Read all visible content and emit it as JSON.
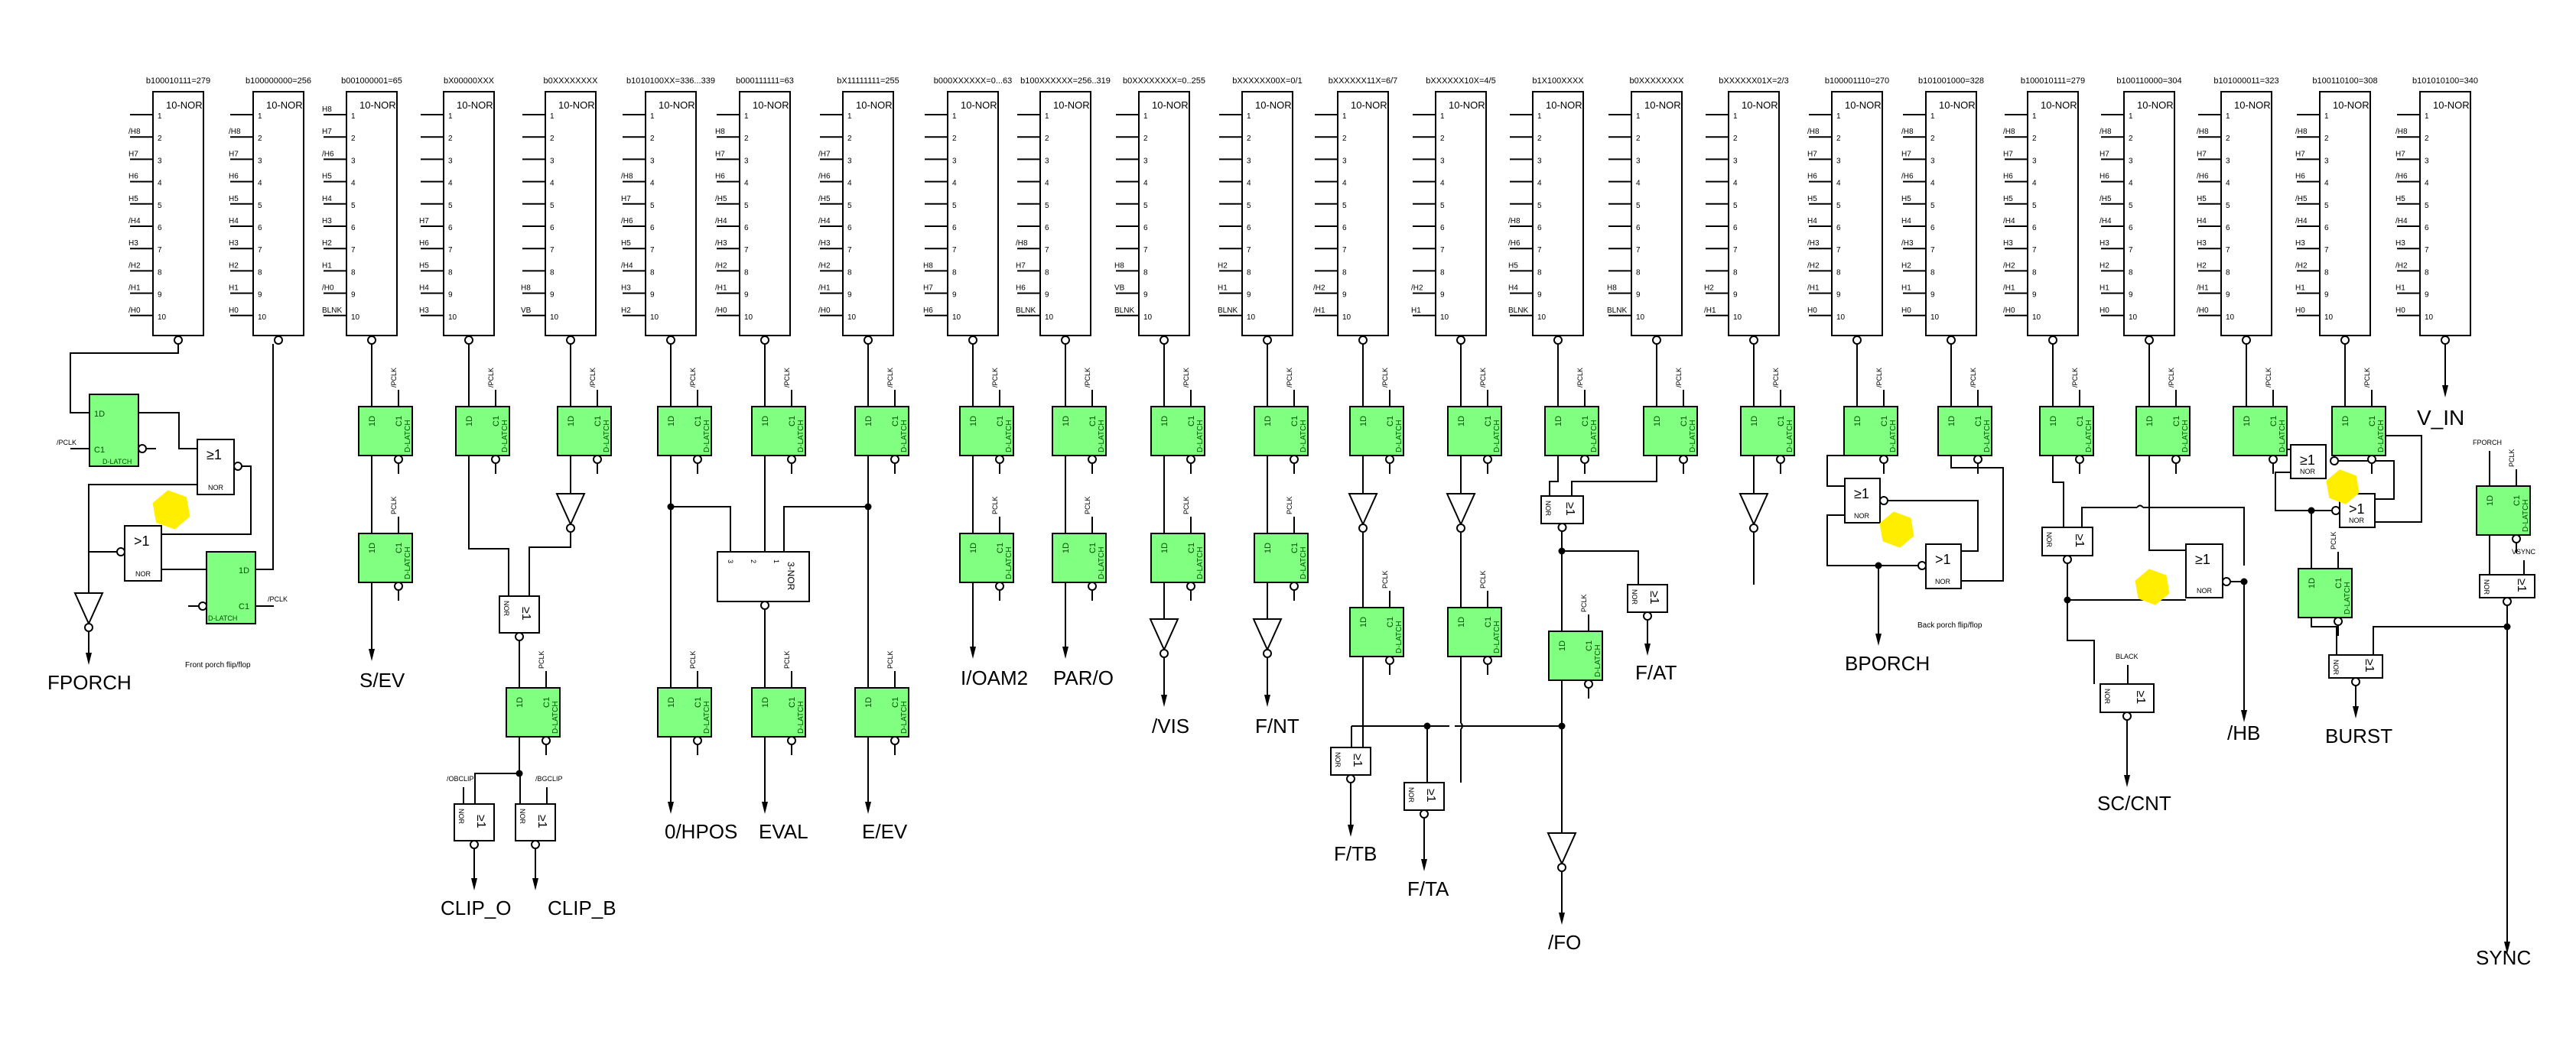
{
  "colors": {
    "latch_fill": "#80ff80",
    "highlight": "#ffee00",
    "line": "#000000",
    "background": "#ffffff"
  },
  "gate_labels": {
    "nor10": "10-NOR",
    "nor3": "3-NOR",
    "nor": "NOR",
    "or": "≥1",
    "or_alt": ">1",
    "latch_type": "D-LATCH",
    "d_pin": "1D",
    "c_pin": "C1",
    "clk": "/PCLK",
    "clk_pos": "PCLK"
  },
  "decoders": [
    {
      "header": "b100010111=279",
      "pins": [
        "",
        "/H8",
        "H7",
        "H6",
        "H5",
        "/H4",
        "H3",
        "/H2",
        "/H1",
        "/H0"
      ]
    },
    {
      "header": "b100000000=256",
      "pins": [
        "",
        "/H8",
        "H7",
        "H6",
        "H5",
        "H4",
        "H3",
        "H2",
        "H1",
        "H0"
      ]
    },
    {
      "header": "b001000001=65",
      "pins": [
        "H8",
        "H7",
        "/H6",
        "H5",
        "H4",
        "H3",
        "H2",
        "H1",
        "/H0",
        "BLNK"
      ]
    },
    {
      "header": "bX00000XXX",
      "pins": [
        "",
        "",
        "",
        "",
        "",
        "H7",
        "H6",
        "H5",
        "H4",
        "H3"
      ]
    },
    {
      "header": "b0XXXXXXXX",
      "pins": [
        "",
        "",
        "",
        "",
        "",
        "",
        "",
        "",
        "H8",
        "VB"
      ]
    },
    {
      "header": "b1010100XX=336...339",
      "pins": [
        "",
        "",
        "",
        "/H8",
        "H7",
        "/H6",
        "H5",
        "/H4",
        "H3",
        "H2"
      ]
    },
    {
      "header": "b000111111=63",
      "pins": [
        "",
        "H8",
        "H7",
        "H6",
        "/H5",
        "/H4",
        "/H3",
        "/H2",
        "/H1",
        "/H0"
      ]
    },
    {
      "header": "bX11111111=255",
      "pins": [
        "",
        "",
        "/H7",
        "/H6",
        "/H5",
        "/H4",
        "/H3",
        "/H2",
        "/H1",
        "/H0"
      ]
    },
    {
      "header": "b000XXXXXX=0...63",
      "pins": [
        "",
        "",
        "",
        "",
        "",
        "",
        "",
        "H8",
        "H7",
        "H6"
      ]
    },
    {
      "header": "b100XXXXXX=256..319",
      "pins": [
        "",
        "",
        "",
        "",
        "",
        "",
        "/H8",
        "H7",
        "H6",
        "BLNK"
      ]
    },
    {
      "header": "b0XXXXXXXX=0..255",
      "pins": [
        "",
        "",
        "",
        "",
        "",
        "",
        "",
        "H8",
        "VB",
        "BLNK"
      ]
    },
    {
      "header": "bXXXXXX00X=0/1",
      "pins": [
        "",
        "",
        "",
        "",
        "",
        "",
        "",
        "H2",
        "H1",
        "BLNK"
      ]
    },
    {
      "header": "bXXXXXX11X=6/7",
      "pins": [
        "",
        "",
        "",
        "",
        "",
        "",
        "",
        "",
        "/H2",
        "/H1"
      ]
    },
    {
      "header": "bXXXXXX10X=4/5",
      "pins": [
        "",
        "",
        "",
        "",
        "",
        "",
        "",
        "",
        "/H2",
        "H1"
      ]
    },
    {
      "header": "b1X100XXXX",
      "pins": [
        "",
        "",
        "",
        "",
        "",
        "/H8",
        "/H6",
        "H5",
        "H4",
        "BLNK"
      ]
    },
    {
      "header": "b0XXXXXXXX",
      "pins": [
        "",
        "",
        "",
        "",
        "",
        "",
        "",
        "",
        "H8",
        "BLNK"
      ]
    },
    {
      "header": "bXXXXXX01X=2/3",
      "pins": [
        "",
        "",
        "",
        "",
        "",
        "",
        "",
        "",
        "H2",
        "/H1"
      ]
    },
    {
      "header": "b100001110=270",
      "pins": [
        "",
        "/H8",
        "H7",
        "H6",
        "H5",
        "H4",
        "/H3",
        "/H2",
        "/H1",
        "H0"
      ]
    },
    {
      "header": "b101001000=328",
      "pins": [
        "",
        "/H8",
        "H7",
        "/H6",
        "H5",
        "H4",
        "/H3",
        "H2",
        "H1",
        "H0"
      ]
    },
    {
      "header": "b100010111=279",
      "pins": [
        "",
        "/H8",
        "H7",
        "H6",
        "H5",
        "/H4",
        "H3",
        "/H2",
        "/H1",
        "/H0"
      ]
    },
    {
      "header": "b100110000=304",
      "pins": [
        "",
        "/H8",
        "H7",
        "H6",
        "/H5",
        "/H4",
        "H3",
        "H2",
        "H1",
        "H0"
      ]
    },
    {
      "header": "b101000011=323",
      "pins": [
        "",
        "/H8",
        "H7",
        "/H6",
        "H5",
        "H4",
        "H3",
        "H2",
        "/H1",
        "/H0"
      ]
    },
    {
      "header": "b100110100=308",
      "pins": [
        "",
        "/H8",
        "H7",
        "H6",
        "/H5",
        "/H4",
        "H3",
        "/H2",
        "H1",
        "H0"
      ]
    },
    {
      "header": "b101010100=340",
      "pins": [
        "",
        "/H8",
        "H7",
        "/H6",
        "H5",
        "/H4",
        "H3",
        "/H2",
        "H1",
        "H0"
      ]
    }
  ],
  "signals": {
    "fporch": "FPORCH",
    "sev": "S/EV",
    "clip_o": "CLIP_O",
    "clip_b": "CLIP_B",
    "hpos": "0/HPOS",
    "eval": "EVAL",
    "eev": "E/EV",
    "ioam2": "I/OAM2",
    "paro": "PAR/O",
    "vis": "/VIS",
    "fnt": "F/NT",
    "ftb": "F/TB",
    "fta": "F/TA",
    "fo": "/FO",
    "fat": "F/AT",
    "bporch": "BPORCH",
    "sccnt": "SC/CNT",
    "hb": "/HB",
    "burst": "BURST",
    "sync": "SYNC",
    "vin": "V_IN"
  },
  "inputs": {
    "obclip": "/OBCLIP",
    "bgclip": "/BGCLIP",
    "black": "BLACK",
    "fporch_in": "FPORCH",
    "vsync": "VSYNC"
  },
  "notes": {
    "front_porch": "Front porch flip/flop",
    "back_porch": "Back porch flip/flop"
  }
}
